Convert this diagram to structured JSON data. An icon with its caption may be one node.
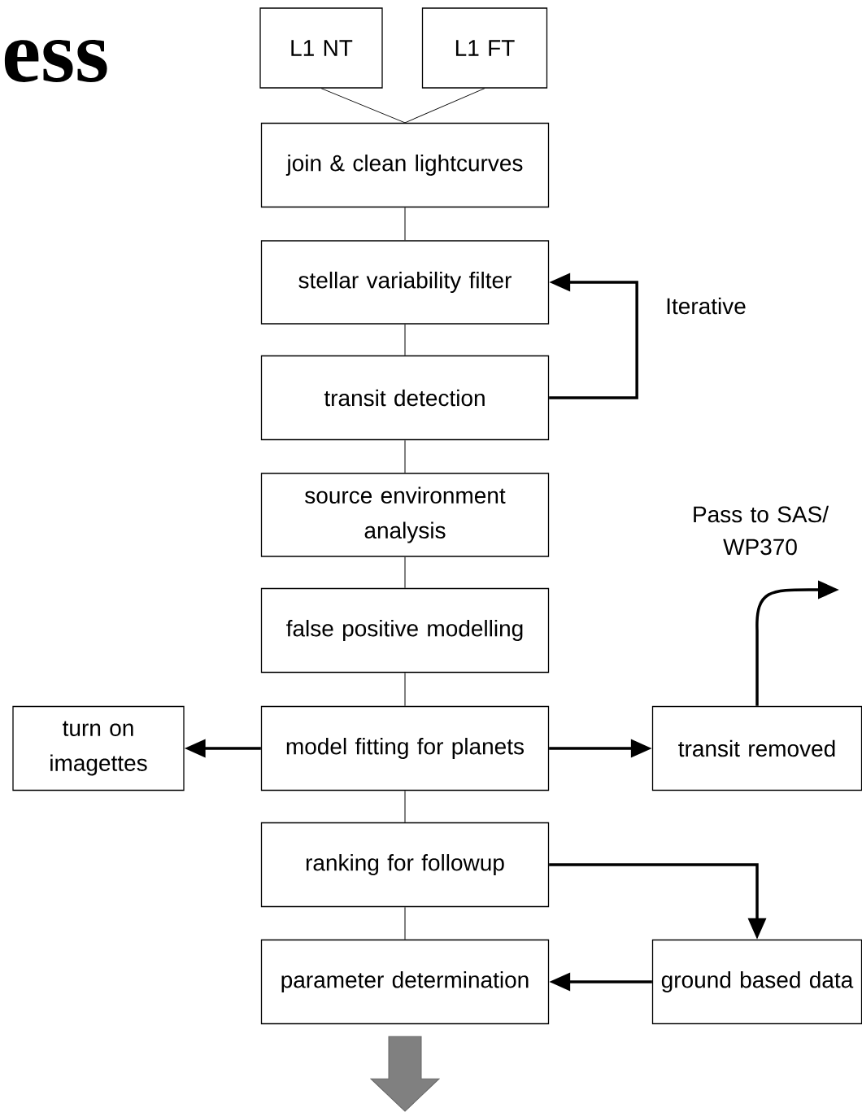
{
  "diagram": {
    "title": "ess",
    "nodes": [
      {
        "text": [
          "L1 NT"
        ]
      },
      {
        "text": [
          "L1 FT"
        ]
      },
      {
        "text": [
          "join & clean lightcurves"
        ]
      },
      {
        "text": [
          "stellar variability filter"
        ]
      },
      {
        "text": [
          "transit detection"
        ]
      },
      {
        "text": [
          "source environment analysis"
        ]
      },
      {
        "text": [
          "false positive modelling"
        ]
      },
      {
        "text": [
          "model fitting for planets"
        ]
      },
      {
        "text": [
          "turn on imagettes"
        ]
      },
      {
        "text": [
          "transit removed"
        ]
      },
      {
        "text": [
          "ranking for followup"
        ]
      },
      {
        "text": [
          "parameter determination"
        ]
      },
      {
        "text": [
          "ground based data"
        ]
      }
    ],
    "edges": [
      {
        "from": 0,
        "to": 2,
        "arrow": "none"
      },
      {
        "from": 1,
        "to": 2,
        "arrow": "none"
      },
      {
        "from": 2,
        "to": 3,
        "arrow": "none"
      },
      {
        "from": 3,
        "to": 4,
        "arrow": "none"
      },
      {
        "from": 4,
        "to": 3,
        "arrow": "to",
        "style": "thick",
        "label": "Iterative"
      },
      {
        "from": 4,
        "to": 5,
        "arrow": "none"
      },
      {
        "from": 5,
        "to": 6,
        "arrow": "none"
      },
      {
        "from": 6,
        "to": 7,
        "arrow": "none"
      },
      {
        "from": 7,
        "to": 8,
        "arrow": "to",
        "style": "thick"
      },
      {
        "from": 7,
        "to": 9,
        "arrow": "to",
        "style": "thick"
      },
      {
        "from": 9,
        "to": null,
        "arrow": "to",
        "style": "thick",
        "label": "Pass to SAS/ WP370"
      },
      {
        "from": 7,
        "to": 10,
        "arrow": "none"
      },
      {
        "from": 10,
        "to": 12,
        "arrow": "to",
        "style": "thick"
      },
      {
        "from": 10,
        "to": 11,
        "arrow": "none"
      },
      {
        "from": 12,
        "to": 11,
        "arrow": "to",
        "style": "thick"
      },
      {
        "from": 11,
        "to": null,
        "arrow": "to",
        "style": "thick",
        "color": "#808080"
      }
    ]
  }
}
